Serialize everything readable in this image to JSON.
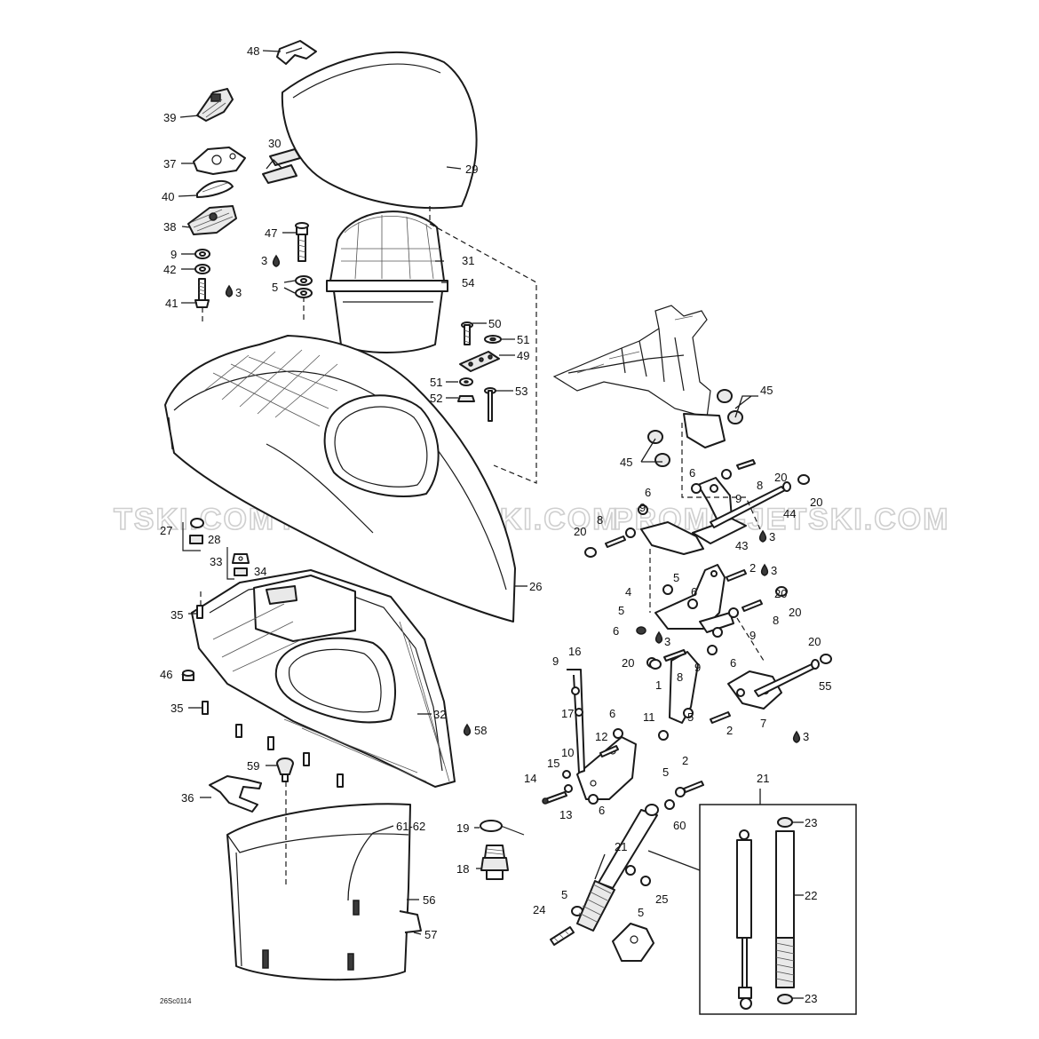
{
  "watermark": {
    "left": "TSKI.COM",
    "middle": "PROMO-JETSKI.COM",
    "right": "PROMO-JETSKI.COM"
  },
  "drawing_code": "26Sc0114",
  "callouts": [
    {
      "id": "c48",
      "label": "48"
    },
    {
      "id": "c39",
      "label": "39"
    },
    {
      "id": "c30",
      "label": "30"
    },
    {
      "id": "c37",
      "label": "37"
    },
    {
      "id": "c29",
      "label": "29"
    },
    {
      "id": "c40",
      "label": "40"
    },
    {
      "id": "c38",
      "label": "38"
    },
    {
      "id": "c47",
      "label": "47"
    },
    {
      "id": "c9a",
      "label": "9"
    },
    {
      "id": "c3a",
      "label": "3"
    },
    {
      "id": "c31",
      "label": "31"
    },
    {
      "id": "c42",
      "label": "42"
    },
    {
      "id": "c5a",
      "label": "5"
    },
    {
      "id": "c54",
      "label": "54"
    },
    {
      "id": "c3b",
      "label": "3"
    },
    {
      "id": "c41",
      "label": "41"
    },
    {
      "id": "c50",
      "label": "50"
    },
    {
      "id": "c51a",
      "label": "51"
    },
    {
      "id": "c49",
      "label": "49"
    },
    {
      "id": "c51b",
      "label": "51"
    },
    {
      "id": "c53",
      "label": "53"
    },
    {
      "id": "c52",
      "label": "52"
    },
    {
      "id": "c45a",
      "label": "45"
    },
    {
      "id": "c45b",
      "label": "45"
    },
    {
      "id": "c6a",
      "label": "6"
    },
    {
      "id": "c8a",
      "label": "8"
    },
    {
      "id": "c20a",
      "label": "20"
    },
    {
      "id": "c9b",
      "label": "9"
    },
    {
      "id": "c20b",
      "label": "20"
    },
    {
      "id": "c6b",
      "label": "6"
    },
    {
      "id": "c9c",
      "label": "9"
    },
    {
      "id": "c44",
      "label": "44"
    },
    {
      "id": "c27",
      "label": "27"
    },
    {
      "id": "c28",
      "label": "28"
    },
    {
      "id": "c20c",
      "label": "20"
    },
    {
      "id": "c8b",
      "label": "8"
    },
    {
      "id": "c43",
      "label": "43"
    },
    {
      "id": "c3c",
      "label": "3"
    },
    {
      "id": "c33",
      "label": "33"
    },
    {
      "id": "c34",
      "label": "34"
    },
    {
      "id": "c2a",
      "label": "2"
    },
    {
      "id": "c3d",
      "label": "3"
    },
    {
      "id": "c26",
      "label": "26"
    },
    {
      "id": "c5b",
      "label": "5"
    },
    {
      "id": "c4",
      "label": "4"
    },
    {
      "id": "c6c",
      "label": "6"
    },
    {
      "id": "c20d",
      "label": "20"
    },
    {
      "id": "c8c",
      "label": "8"
    },
    {
      "id": "c35a",
      "label": "35"
    },
    {
      "id": "c5c",
      "label": "5"
    },
    {
      "id": "c6d",
      "label": "6"
    },
    {
      "id": "c3e",
      "label": "3"
    },
    {
      "id": "c9d",
      "label": "9"
    },
    {
      "id": "c6e",
      "label": "6"
    },
    {
      "id": "c20e",
      "label": "20"
    },
    {
      "id": "c16",
      "label": "16"
    },
    {
      "id": "c9e",
      "label": "9"
    },
    {
      "id": "c20f",
      "label": "20"
    },
    {
      "id": "c9f",
      "label": "9"
    },
    {
      "id": "c8d",
      "label": "8"
    },
    {
      "id": "c46",
      "label": "46"
    },
    {
      "id": "c1",
      "label": "1"
    },
    {
      "id": "c55",
      "label": "55"
    },
    {
      "id": "c17",
      "label": "17"
    },
    {
      "id": "c35b",
      "label": "35"
    },
    {
      "id": "c11",
      "label": "11"
    },
    {
      "id": "c5d",
      "label": "5"
    },
    {
      "id": "c2b",
      "label": "2"
    },
    {
      "id": "c7",
      "label": "7"
    },
    {
      "id": "c3f",
      "label": "3"
    },
    {
      "id": "c32",
      "label": "32"
    },
    {
      "id": "c6f",
      "label": "6"
    },
    {
      "id": "c58",
      "label": "58"
    },
    {
      "id": "c12",
      "label": "12"
    },
    {
      "id": "c10",
      "label": "10"
    },
    {
      "id": "c15",
      "label": "15"
    },
    {
      "id": "c59",
      "label": "59"
    },
    {
      "id": "c2c",
      "label": "2"
    },
    {
      "id": "c5e",
      "label": "5"
    },
    {
      "id": "c14",
      "label": "14"
    },
    {
      "id": "c21a",
      "label": "21"
    },
    {
      "id": "c36",
      "label": "36"
    },
    {
      "id": "c13",
      "label": "13"
    },
    {
      "id": "c6g",
      "label": "6"
    },
    {
      "id": "c60",
      "label": "60"
    },
    {
      "id": "c23a",
      "label": "23"
    },
    {
      "id": "c6162",
      "label": "61-62"
    },
    {
      "id": "c19",
      "label": "19"
    },
    {
      "id": "c21b",
      "label": "21"
    },
    {
      "id": "c18",
      "label": "18"
    },
    {
      "id": "c22",
      "label": "22"
    },
    {
      "id": "c56",
      "label": "56"
    },
    {
      "id": "c5f",
      "label": "5"
    },
    {
      "id": "c25",
      "label": "25"
    },
    {
      "id": "c5g",
      "label": "5"
    },
    {
      "id": "c24",
      "label": "24"
    },
    {
      "id": "c57",
      "label": "57"
    },
    {
      "id": "c23b",
      "label": "23"
    }
  ]
}
